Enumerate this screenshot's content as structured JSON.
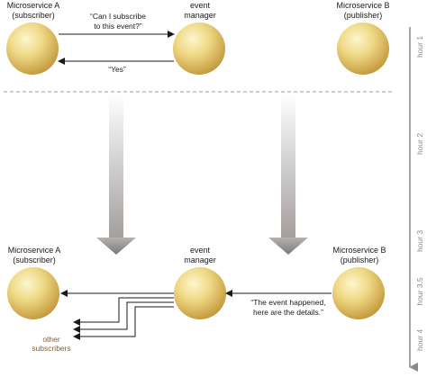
{
  "top": {
    "microservice_a": {
      "line1": "Microservice A",
      "line2": "(subscriber)"
    },
    "event_manager": {
      "line1": "event",
      "line2": "manager"
    },
    "microservice_b": {
      "line1": "Microservice B",
      "line2": "(publisher)"
    },
    "request_msg": {
      "line1": "“Can I subscribe",
      "line2": "to this event?”"
    },
    "reply_msg": "“Yes”"
  },
  "bottom": {
    "microservice_a": {
      "line1": "Microservice A",
      "line2": "(subscriber)"
    },
    "event_manager": {
      "line1": "event",
      "line2": "manager"
    },
    "microservice_b": {
      "line1": "Microservice B",
      "line2": "(publisher)"
    },
    "event_msg": {
      "line1": "“The event happened,",
      "line2": "here are the details.”"
    },
    "other_subscribers": {
      "line1": "other",
      "line2": "subscribers"
    }
  },
  "timeline": {
    "labels": [
      "hour 1",
      "hour 2",
      "hour 3",
      "hour 3.5",
      "hour 4"
    ]
  },
  "colors": {
    "sphere_light": "#fbf0b8",
    "sphere_mid": "#ecd377",
    "sphere_dark": "#c9a243",
    "arrow": "#1a1a1a",
    "timeline": "#8a8a8a",
    "subscriber_text": "#8a5a2b"
  }
}
